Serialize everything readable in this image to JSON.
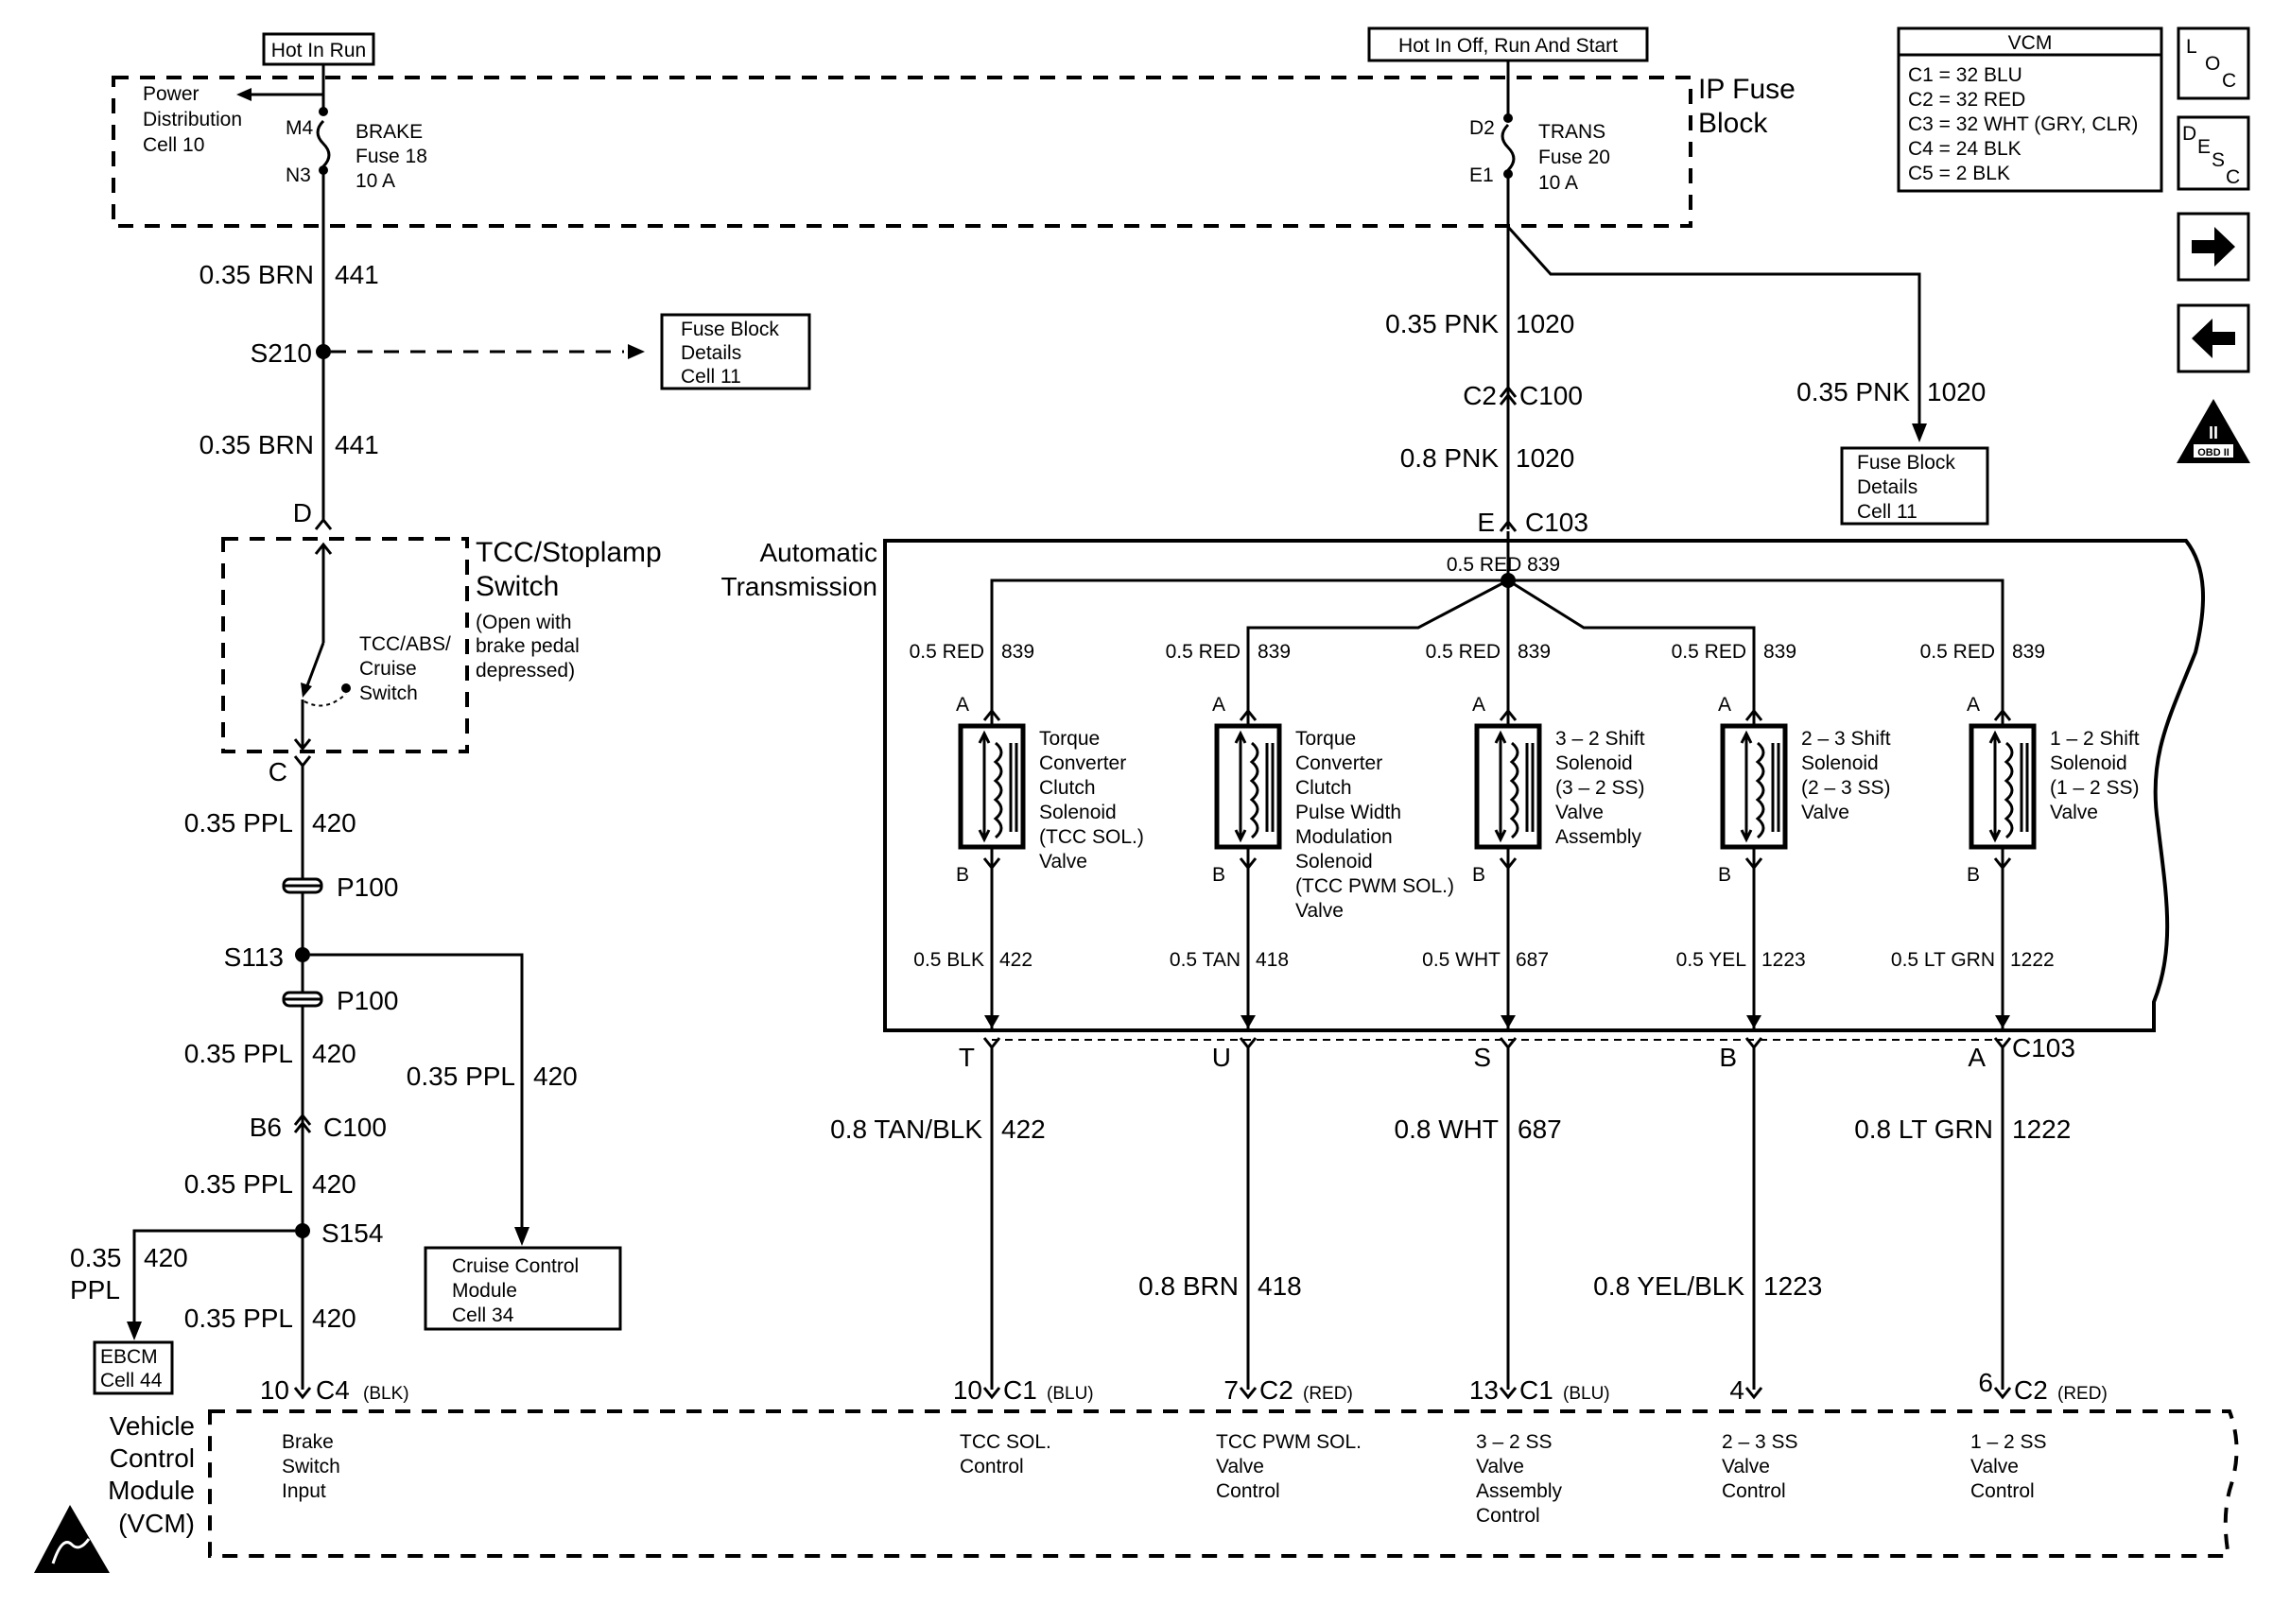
{
  "power": {
    "hot_in_run": "Hot In Run",
    "hot_in_off_run_start": "Hot In Off, Run And Start",
    "ip_fuse_block": [
      "IP Fuse",
      "Block"
    ],
    "power_distribution": [
      "Power",
      "Distribution",
      "Cell 10"
    ],
    "brake_fuse": {
      "pin_in": "M4",
      "pin_out": "N3",
      "name": "BRAKE",
      "fuse": "Fuse 18",
      "amps": "10 A"
    },
    "trans_fuse": {
      "pin_in": "D2",
      "pin_out": "E1",
      "name": "TRANS",
      "fuse": "Fuse 20",
      "amps": "10 A"
    }
  },
  "vcm_legend": {
    "title": "VCM",
    "lines": [
      "C1 = 32 BLU",
      "C2 = 32 RED",
      "C3 = 32 WHT (GRY, CLR)",
      "C4 = 24 BLK",
      "C5 = 2 BLK"
    ]
  },
  "side_icons": {
    "loc": [
      "L",
      "O",
      "C"
    ],
    "desc": [
      "D",
      "E",
      "S",
      "C"
    ],
    "obd": "OBD II",
    "obd_roman": "II"
  },
  "brake_circuit": {
    "wire1": {
      "gauge": "0.35 BRN",
      "circuit": "441"
    },
    "s210": "S210",
    "fuse_block_details_1": [
      "Fuse Block",
      "Details",
      "Cell 11"
    ],
    "wire2": {
      "gauge": "0.35 BRN",
      "circuit": "441"
    },
    "pin_d": "D",
    "switch_title": [
      "TCC/Stoplamp",
      "Switch"
    ],
    "switch_note": [
      "(Open with",
      "brake pedal",
      "depressed)"
    ],
    "inner_switch": [
      "TCC/ABS/",
      "Cruise",
      "Switch"
    ],
    "pin_c": "C",
    "wire3": {
      "gauge": "0.35 PPL",
      "circuit": "420"
    },
    "p100_a": "P100",
    "s113": "S113",
    "p100_b": "P100",
    "wire4": {
      "gauge": "0.35 PPL",
      "circuit": "420"
    },
    "cruise_wire": {
      "gauge": "0.35 PPL",
      "circuit": "420"
    },
    "c100": {
      "pin": "B6",
      "name": "C100"
    },
    "wire5": {
      "gauge": "0.35 PPL",
      "circuit": "420"
    },
    "s154": "S154",
    "ebcm_wire": {
      "gauge": [
        "0.35",
        "PPL"
      ],
      "circuit": "420"
    },
    "wire6": {
      "gauge": "0.35 PPL",
      "circuit": "420"
    },
    "ebcm": [
      "EBCM",
      "Cell 44"
    ],
    "cruise_module": [
      "Cruise Control",
      "Module",
      "Cell 34"
    ]
  },
  "trans_circuit": {
    "wire1": {
      "gauge": "0.35 PNK",
      "circuit": "1020"
    },
    "branch": {
      "gauge": "0.35 PNK",
      "circuit": "1020"
    },
    "c2_c100": {
      "pin": "C2",
      "name": "C100"
    },
    "wire2": {
      "gauge": "0.8 PNK",
      "circuit": "1020"
    },
    "fuse_block_details_2": [
      "Fuse Block",
      "Details",
      "Cell 11"
    ],
    "c103_top": {
      "pin": "E",
      "name": "C103"
    },
    "automatic_transmission": [
      "Automatic",
      "Transmission"
    ],
    "bus_label": "0.5 RED  839"
  },
  "solenoids": [
    {
      "top_wire": "0.5 RED",
      "top_circuit": "839",
      "pin_a": "A",
      "pin_b": "B",
      "desc": [
        "Torque",
        "Converter",
        "Clutch",
        "Solenoid",
        "(TCC SOL.)",
        "Valve"
      ],
      "bottom_wire": "0.5 BLK",
      "bottom_circuit": "422",
      "c103_pin": "T",
      "out_wire": "0.8 TAN/BLK",
      "out_circuit": "422",
      "vcm_pin": "10",
      "vcm_conn": "C1",
      "vcm_color": "(BLU)",
      "vcm_label": [
        "TCC SOL.",
        "Control"
      ]
    },
    {
      "top_wire": "0.5 RED",
      "top_circuit": "839",
      "pin_a": "A",
      "pin_b": "B",
      "desc": [
        "Torque",
        "Converter",
        "Clutch",
        "Pulse Width",
        "Modulation",
        "Solenoid",
        "(TCC PWM SOL.)",
        "Valve"
      ],
      "bottom_wire": "0.5 TAN",
      "bottom_circuit": "418",
      "c103_pin": "U",
      "out_wire": "0.8 BRN",
      "out_circuit": "418",
      "vcm_pin": "7",
      "vcm_conn": "C2",
      "vcm_color": "(RED)",
      "vcm_label": [
        "TCC PWM SOL.",
        "Valve",
        "Control"
      ]
    },
    {
      "top_wire": "0.5 RED",
      "top_circuit": "839",
      "pin_a": "A",
      "pin_b": "B",
      "desc": [
        "3 – 2 Shift",
        "Solenoid",
        "(3 – 2 SS)",
        "Valve",
        "Assembly"
      ],
      "bottom_wire": "0.5 WHT",
      "bottom_circuit": "687",
      "c103_pin": "S",
      "out_wire": "0.8 WHT",
      "out_circuit": "687",
      "vcm_pin": "13",
      "vcm_conn": "C1",
      "vcm_color": "(BLU)",
      "vcm_label": [
        "3 – 2 SS",
        "Valve",
        "Assembly",
        "Control"
      ]
    },
    {
      "top_wire": "0.5 RED",
      "top_circuit": "839",
      "pin_a": "A",
      "pin_b": "B",
      "desc": [
        "2 – 3 Shift",
        "Solenoid",
        "(2 – 3 SS)",
        "Valve"
      ],
      "bottom_wire": "0.5 YEL",
      "bottom_circuit": "1223",
      "c103_pin": "B",
      "out_wire": "0.8 YEL/BLK",
      "out_circuit": "1223",
      "vcm_pin": "4",
      "vcm_conn": "",
      "vcm_color": "",
      "vcm_label": [
        "2 – 3 SS",
        "Valve",
        "Control"
      ]
    },
    {
      "top_wire": "0.5 RED",
      "top_circuit": "839",
      "pin_a": "A",
      "pin_b": "B",
      "desc": [
        "1 – 2 Shift",
        "Solenoid",
        "(1 – 2 SS)",
        "Valve"
      ],
      "bottom_wire": "0.5 LT GRN",
      "bottom_circuit": "1222",
      "c103_pin": "A",
      "out_wire": "0.8 LT GRN",
      "out_circuit": "1222",
      "vcm_pin": "6",
      "vcm_conn": "C2",
      "vcm_color": "(RED)",
      "vcm_label": [
        "1 – 2 SS",
        "Valve",
        "Control"
      ]
    }
  ],
  "c103_bottom_name": "C103",
  "vcm": {
    "name": [
      "Vehicle",
      "Control",
      "Module",
      "(VCM)"
    ],
    "brake_pin": "10",
    "brake_conn": "C4",
    "brake_color": "(BLK)",
    "brake_label": [
      "Brake",
      "Switch",
      "Input"
    ]
  }
}
